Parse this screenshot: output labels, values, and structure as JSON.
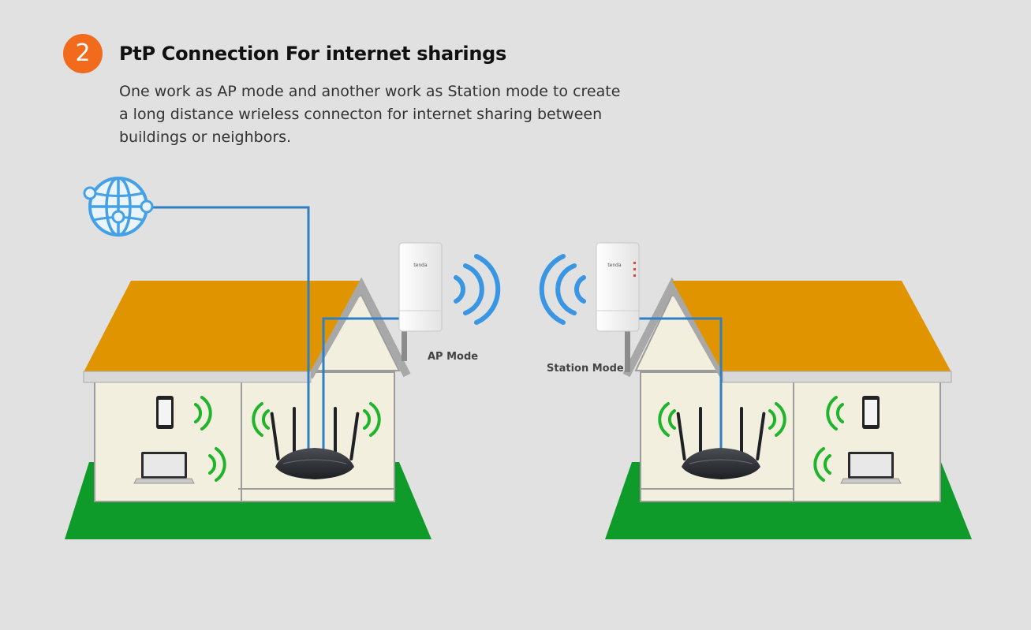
{
  "step": {
    "number": "2",
    "color": "#f26b1d"
  },
  "title": "PtP Connection For internet sharings",
  "description": {
    "line1": "One work as AP mode and another work as Station mode to create",
    "line2": "a long distance wrieless connecton for internet sharing between",
    "line3": "buildings or neighbors."
  },
  "labels": {
    "ap_mode": "AP Mode",
    "station_mode": "Station Mode",
    "cpe_brand": "tenda"
  },
  "colors": {
    "background": "#e1e1e1",
    "roof": "#e09400",
    "lawn": "#0f9b2a",
    "cable": "#2f7fc2",
    "wifi_signal": "#1eb52a",
    "link_signal": "#3a95e2"
  },
  "icons": [
    "globe-icon",
    "smartphone-icon",
    "laptop-icon",
    "router-icon",
    "outdoor-cpe-icon",
    "wifi-signal-icon"
  ]
}
